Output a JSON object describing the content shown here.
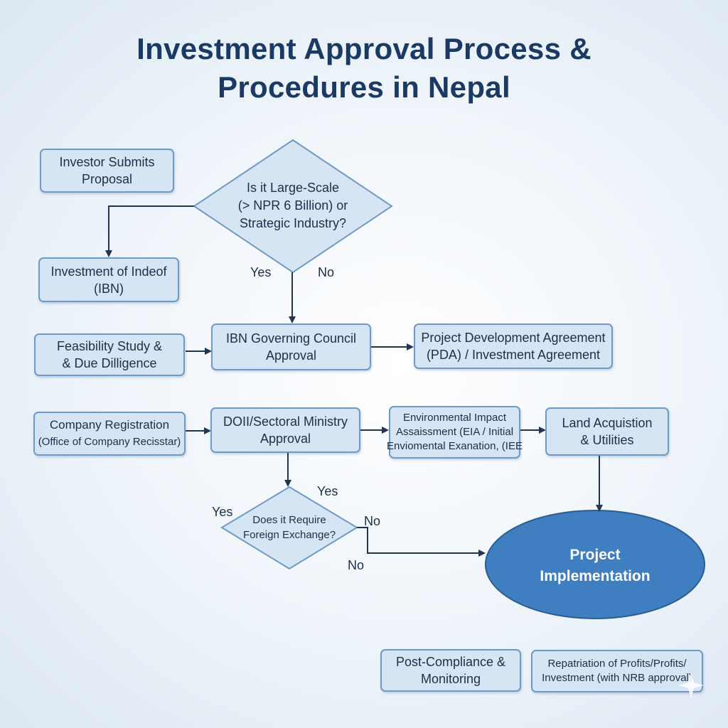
{
  "title": {
    "line1": "Investment Approval Process &",
    "line2": "Procedures in Nepal"
  },
  "nodes": {
    "investor_submits": {
      "lines": [
        "Investor Submits",
        "Proposal"
      ]
    },
    "large_scale_decision": {
      "lines": [
        "Is it Large-Scale",
        "(> NPR 6 Billion) or",
        "Strategic Industry?"
      ]
    },
    "ibn": {
      "lines": [
        "Investment of Indeof",
        "(IBN)"
      ]
    },
    "feasibility": {
      "lines": [
        "Feasibility Study &",
        "& Due Dilligence"
      ]
    },
    "ibn_council": {
      "lines": [
        "IBN Governing Council",
        "Approval"
      ]
    },
    "pda": {
      "lines": [
        "Project Development Agreement",
        "(PDA) / Investment Agreement"
      ]
    },
    "company_registration": {
      "lines": [
        "Company Registration",
        "(Office of Company Recisstar)"
      ]
    },
    "doi_ministry": {
      "lines": [
        "DOII/Sectoral Ministry",
        "Approval"
      ]
    },
    "eia": {
      "lines": [
        "Environmental Impact",
        "Assaissment (EIA / Initial",
        "Enviomental Exanation, (IEE"
      ]
    },
    "land": {
      "lines": [
        "Land Acquistion",
        "& Utilities"
      ]
    },
    "forex_decision": {
      "lines": [
        "Does it Require",
        "Foreign Exchange?"
      ]
    },
    "implementation": {
      "lines": [
        "Project",
        "Implementation"
      ]
    },
    "post_compliance": {
      "lines": [
        "Post-Compliance &",
        "Monitoring"
      ]
    },
    "repatriation": {
      "lines": [
        "Repatriation of Profits/Profits/",
        "Investment (with NRB approval)"
      ]
    }
  },
  "edge_labels": {
    "large_yes": "Yes",
    "large_no": "No",
    "forex_yes_top": "Yes",
    "forex_yes_left": "Yes",
    "forex_no_right": "No",
    "forex_no_bottom": "No"
  },
  "colors": {
    "title": "#1b3a63",
    "box_fill": "#d6e5f3",
    "box_border": "#6d9ac7",
    "arrow": "#1f3552",
    "oval_fill": "#3f7ec0",
    "oval_border": "#2a5d92"
  }
}
